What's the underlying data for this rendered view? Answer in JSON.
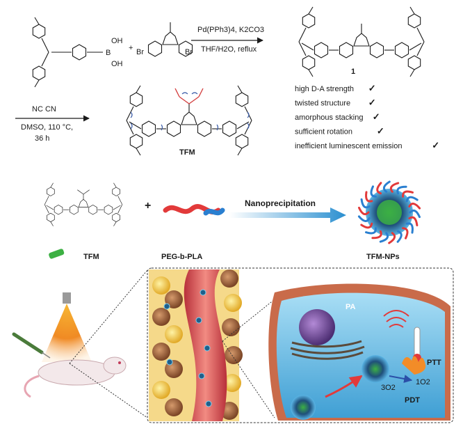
{
  "reaction1": {
    "reagent_line1": "Pd(PPh3)4, K2CO3",
    "reagent_line2": "THF/H2O, reflux",
    "plus": "+",
    "boronic_B": "B",
    "boronic_OH1": "OH",
    "boronic_OH2": "OH",
    "br1": "Br",
    "br2": "Br",
    "compound_number": "1"
  },
  "reaction2": {
    "reagent_line1": "NC CN",
    "reagent_line2": "DMSO, 110 °C,",
    "reagent_line3": "36 h",
    "product_label": "TFM"
  },
  "features": [
    {
      "text": "high D-A strength",
      "check": "✓"
    },
    {
      "text": "twisted structure",
      "check": "✓"
    },
    {
      "text": "amorphous stacking",
      "check": "✓"
    },
    {
      "text": "sufficient rotation",
      "check": "✓"
    },
    {
      "text": "inefficient luminescent emission",
      "check": "✓"
    }
  ],
  "assembly": {
    "plus": "+",
    "arrow_label": "Nanoprecipitation",
    "legend_tfm": "TFM",
    "legend_polymer": "PEG-b-PLA",
    "legend_nps": "TFM-NPs"
  },
  "cell_labels": {
    "pa": "PA",
    "ptt": "PTT",
    "pdt": "PDT",
    "o2_triplet": "3O2",
    "o2_singlet": "1O2"
  },
  "colors": {
    "check": "#1e8a7a",
    "arrow": "#2a8fd0",
    "rotation": "#3a5ca8",
    "nitrile": "#d23b3b",
    "tfm_green": "#3cb043",
    "vessel": "#d9534f",
    "cell_water": "#7cc8ec"
  }
}
